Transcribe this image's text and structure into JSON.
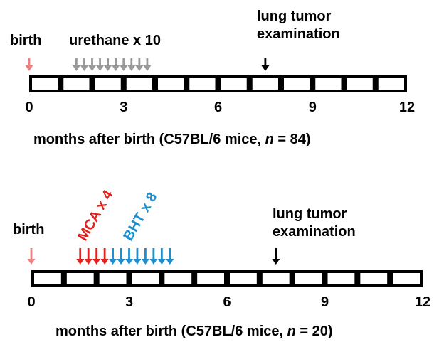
{
  "panels": [
    {
      "id": "top",
      "events": [
        {
          "label": "birth",
          "color": "#f08080",
          "months": [
            0
          ]
        },
        {
          "label": "urethane x 10",
          "color": "#999999",
          "months": [
            1.5,
            1.75,
            2,
            2.25,
            2.5,
            2.75,
            3,
            3.25,
            3.5,
            3.75
          ]
        },
        {
          "label_lines": [
            "lung tumor",
            "examination"
          ],
          "color": "#000000",
          "months": [
            7.5
          ]
        }
      ],
      "axis": {
        "min": 0,
        "max": 12,
        "ticks": [
          "0",
          "3",
          "6",
          "9",
          "12"
        ],
        "segments": 12
      },
      "caption": {
        "prefix": "months after birth (C57BL/6 mice, ",
        "italic": "n",
        "suffix": " = 84)"
      }
    },
    {
      "id": "bottom",
      "events": [
        {
          "label": "birth",
          "color": "#f08080",
          "months": [
            0
          ]
        },
        {
          "label": "MCA x 4",
          "color": "#e3201b",
          "months": [
            1.5,
            1.75,
            2,
            2.25
          ]
        },
        {
          "label": "BHT x 8",
          "color": "#1d8ed0",
          "months": [
            2.5,
            2.75,
            3,
            3.25,
            3.5,
            3.75,
            4,
            4.25
          ]
        },
        {
          "label_lines": [
            "lung tumor",
            "examination"
          ],
          "color": "#000000",
          "months": [
            7.5
          ]
        }
      ],
      "axis": {
        "min": 0,
        "max": 12,
        "ticks": [
          "0",
          "3",
          "6",
          "9",
          "12"
        ],
        "segments": 12
      },
      "caption": {
        "prefix": "months after birth (C57BL/6 mice, ",
        "italic": "n",
        "suffix": " = 20)"
      }
    }
  ]
}
